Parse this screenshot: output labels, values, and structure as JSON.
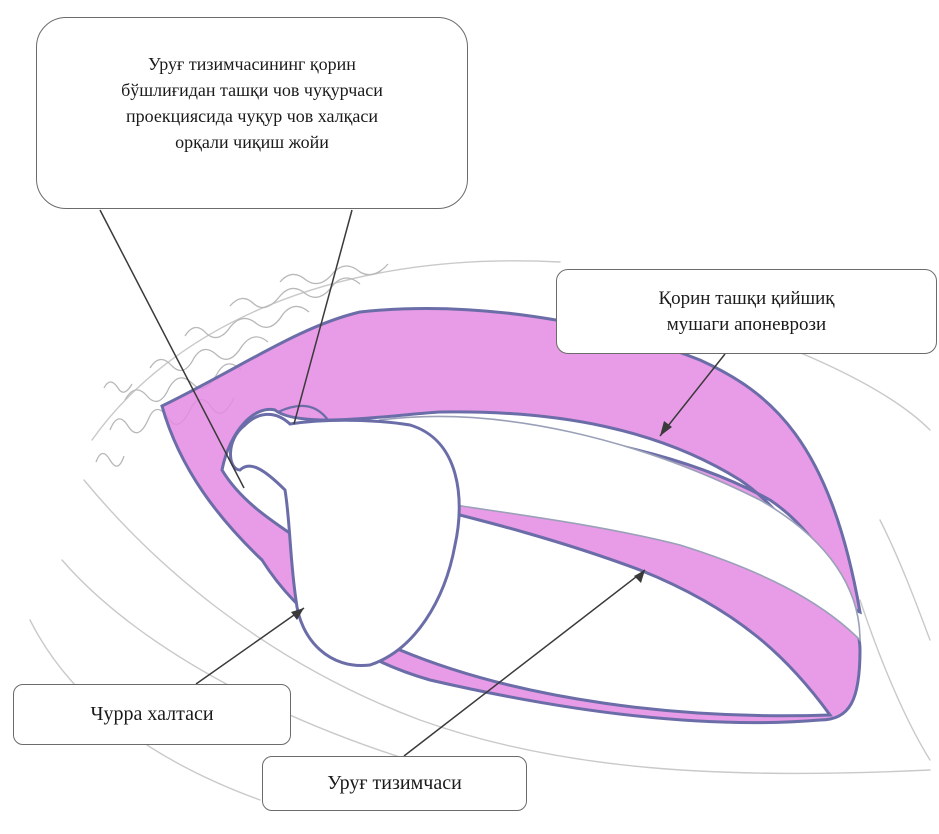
{
  "colors": {
    "muscle_fill": "#e48ae2",
    "muscle_outline": "#6b6da8",
    "leader_line": "#3a3a3a",
    "sketch_stroke": "#c4c4c4"
  },
  "labels": {
    "top_callout": {
      "lines": [
        "Уруғ тизимчасининг қорин",
        "бўшлиғидан ташқи чов чуқурчаси",
        "проекциясида чуқур чов халқаси",
        "орқали чиқиш жойи"
      ]
    },
    "oblique_callout": {
      "lines": [
        "Қорин ташқи қийшиқ",
        "мушаги апоневрози"
      ]
    },
    "hernia_sac": "Чурра халтаси",
    "spermatic_cord": "Уруғ тизимчаси"
  }
}
